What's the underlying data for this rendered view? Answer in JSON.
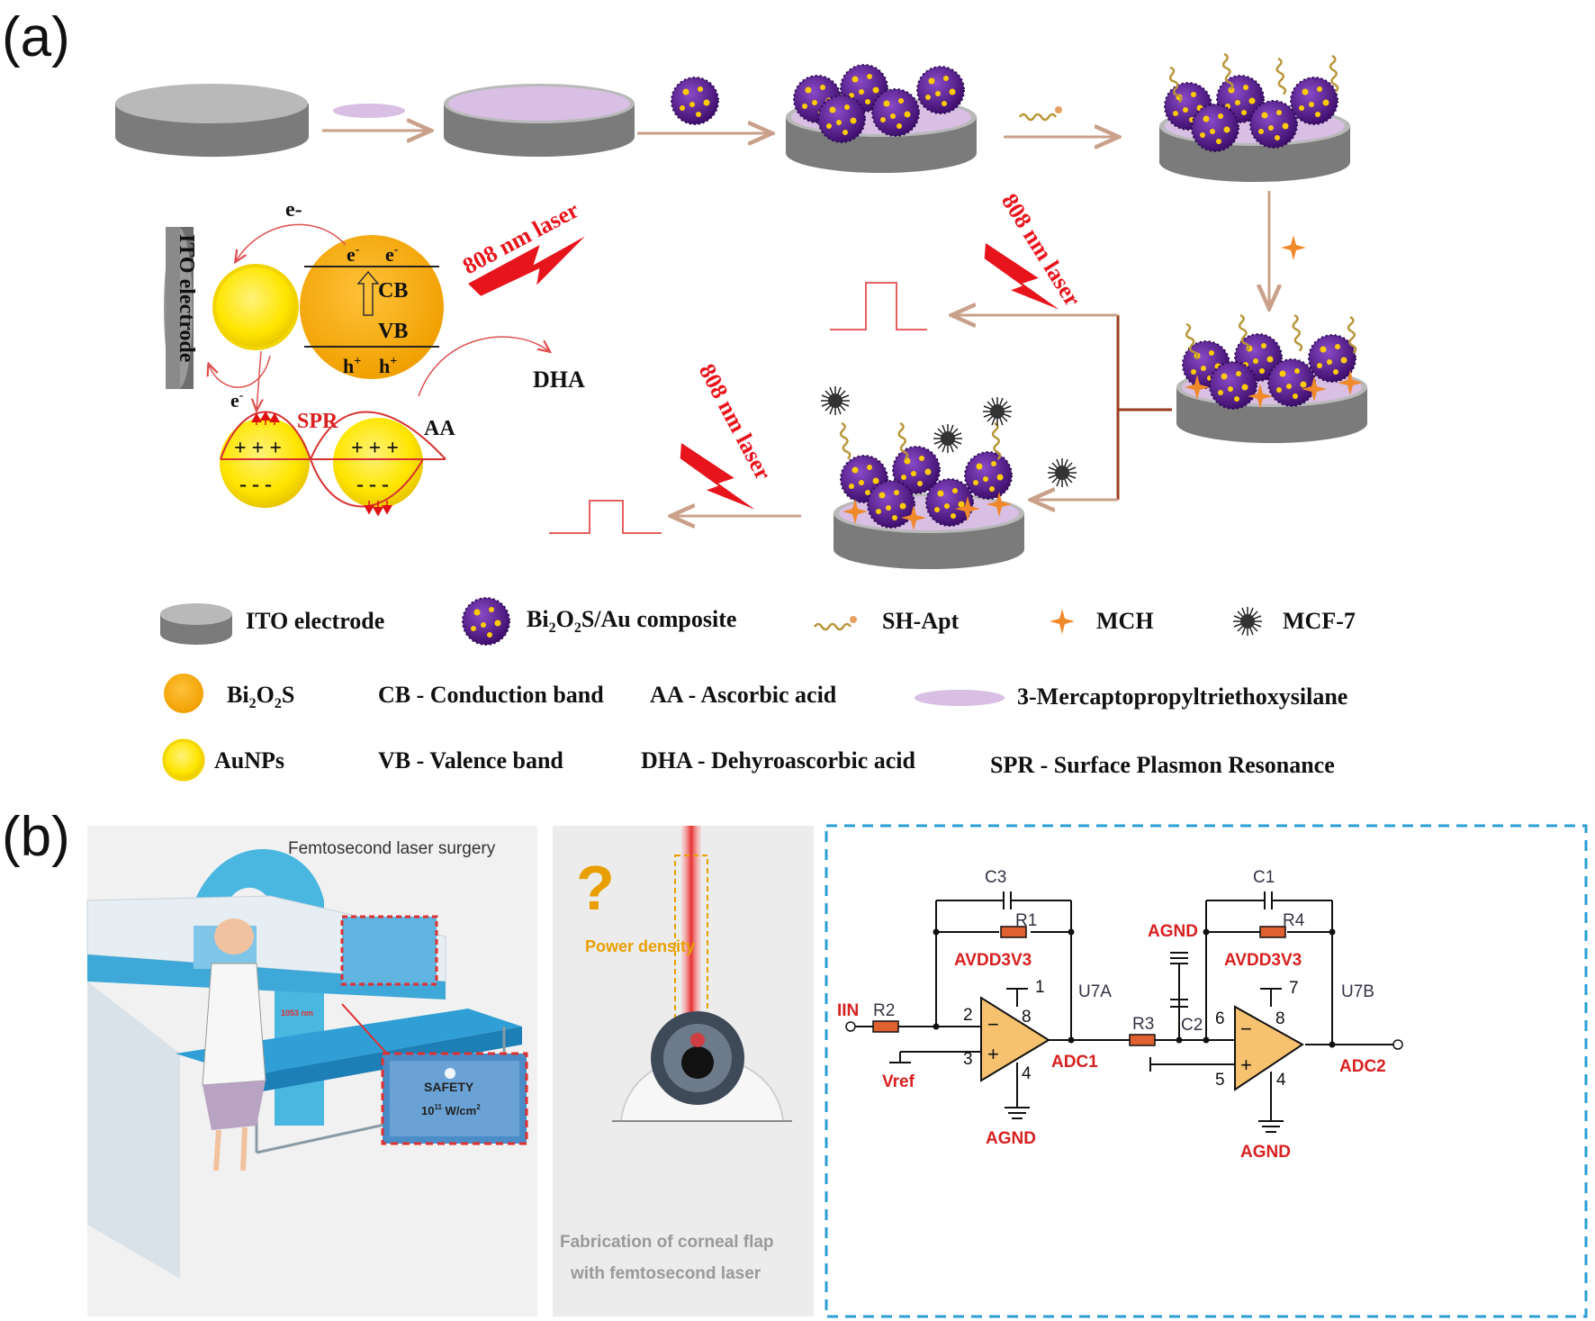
{
  "panel_a": {
    "label": "(a)",
    "laser_label": "808 nm laser",
    "mechanism": {
      "electrode": "ITO electrode",
      "e_top": "e-",
      "e_cb_1": "e",
      "e_cb_2": "e",
      "e_cb_sup": "-",
      "cb": "CB",
      "vb": "VB",
      "h_1": "h",
      "h_2": "h",
      "h_sup": "+",
      "e_left": "e",
      "e_left_sup": "-",
      "dha": "DHA",
      "aa": "AA",
      "spr": "SPR",
      "plus": "+ + +",
      "minus": "- - -"
    },
    "legend": {
      "ito": "ITO electrode",
      "composite_pre": "Bi",
      "composite_s1": "2",
      "composite_mid": "O",
      "composite_s2": "2",
      "composite_post": "S/Au composite",
      "sh_apt": "SH-Apt",
      "mch": "MCH",
      "mcf7": "MCF-7",
      "bi2o2s_pre": "Bi",
      "bi2o2s_s1": "2",
      "bi2o2s_mid": "O",
      "bi2o2s_s2": "2",
      "bi2o2s_post": "S",
      "cb": "CB - Conduction band",
      "aa": "AA - Ascorbic acid",
      "silane": "3-Mercaptopropyltriethoxysilane",
      "aunps": "AuNPs",
      "vb": "VB - Valence band",
      "dha": "DHA - Dehyroascorbic acid",
      "spr": "SPR - Surface Plasmon Resonance"
    },
    "colors": {
      "laser": "#e8141c",
      "bi2o2s": "#f5a700",
      "aunp": "#ffe600",
      "electrode": "#8c8c8c",
      "silane": "#d8bfe3",
      "composite": "#5a1a8c",
      "mch": "#f0892a",
      "arrow": "#c9a08a"
    }
  },
  "panel_b": {
    "label": "(b)",
    "surgery_title": "Femtosecond laser surgery",
    "nm_label": "1053 nm",
    "safety": "SAFETY",
    "power_value": "10",
    "power_exp": "11",
    "power_unit": " W/cm",
    "power_unit_exp": "2",
    "question": "?",
    "power_density": "Power density",
    "caption_1": "Fabrication of corneal flap",
    "caption_2": "with femtosecond laser",
    "circuit": {
      "c3": "C3",
      "r1": "R1",
      "avdd_1": "AVDD3V3",
      "pin1": "1",
      "pin8a": "8",
      "u7a": "U7A",
      "iin": "IIN",
      "r2": "R2",
      "pin2": "2",
      "pin3": "3",
      "pin4a": "4",
      "vref": "Vref",
      "agnd_1": "AGND",
      "adc1": "ADC1",
      "agnd_2": "AGND",
      "r3": "R3",
      "c2": "C2",
      "c1": "C1",
      "r4": "R4",
      "avdd_2": "AVDD3V3",
      "pin7": "7",
      "pin8b": "8",
      "u7b": "U7B",
      "pin6": "6",
      "pin5": "5",
      "pin4b": "4",
      "agnd_3": "AGND",
      "adc2": "ADC2"
    }
  }
}
